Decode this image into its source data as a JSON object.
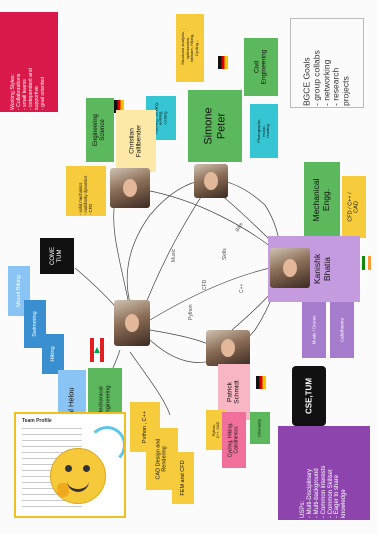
{
  "colors": {
    "crimson": "#d8194a",
    "green": "#5cb85c",
    "yellow": "#f7cc3c",
    "purple": "#8e44ad",
    "blue": "#3a8fd0",
    "lightblue": "#89c4f4",
    "teal": "#36c6d3",
    "lilac": "#c59bdf",
    "lavender": "#a67ccd",
    "black": "#111111",
    "paleyellow": "#fde9a7"
  },
  "goals": {
    "text": "BGCE Goals\n- group collabs\n- networking\n- research\n  projects"
  },
  "working_styles": {
    "text": "Working Styles:\n- Collaborations\n- small teams\n- independent and\n  supportive\n- goal oriented"
  },
  "simone": {
    "name": "Simone\nPeter",
    "field": "Civil\nEngineering",
    "note_yellow": "Structural analysis,\noptimization,\nlabware, Hiking,\nCycling...",
    "note_blue": "Photography,\nmusic,\nreading"
  },
  "christian": {
    "name": "Christian\nFaltlbender",
    "field": "Engineering\nScience",
    "note_teal": "Running, climbing,\nworking,\ncooking",
    "note_yellow": "- solid mechanics\n- multibody dynamics\n- CFD"
  },
  "kanishk": {
    "name": "Kanishk\nBhatia",
    "field": "Mechanical\nEngg.",
    "skills": "CFD / C++ /\nCAD",
    "hobby1": "Music / Drums",
    "hobby2": "Calisthenics"
  },
  "jalal": {
    "name": "Jalal Helou",
    "field": "Mechanical\nEngineering",
    "hobbies": [
      "Mount Biking",
      "Swimming",
      "Hiking"
    ],
    "skills": [
      "Python , C++",
      "CAD Design and\nRendering",
      "FEM and CFD"
    ]
  },
  "patrick": {
    "name": "Patrick\nSchmidt",
    "hobby_pink": "Cycling, Hiking,\nCalisthenics",
    "skills_yellow": "Python,\nC++, CAD",
    "note_green": "Chemistry"
  },
  "come_tum": {
    "text": "COME\nTUM"
  },
  "cse_tum": {
    "text": "CSE,TUM"
  },
  "usps": {
    "text": "USPs:\n- Multi-Disciplinary\n- Multi-background\n- Common interests\n- Common Skillset\n- Eager to share\n  knowledge"
  },
  "team_profile": {
    "title": "Team Profile"
  },
  "edge_labels": {
    "bike": "Bike",
    "music": "Music",
    "cfd": "CFD",
    "cpp": "C++",
    "python": "Python",
    "skills": "Skills"
  }
}
